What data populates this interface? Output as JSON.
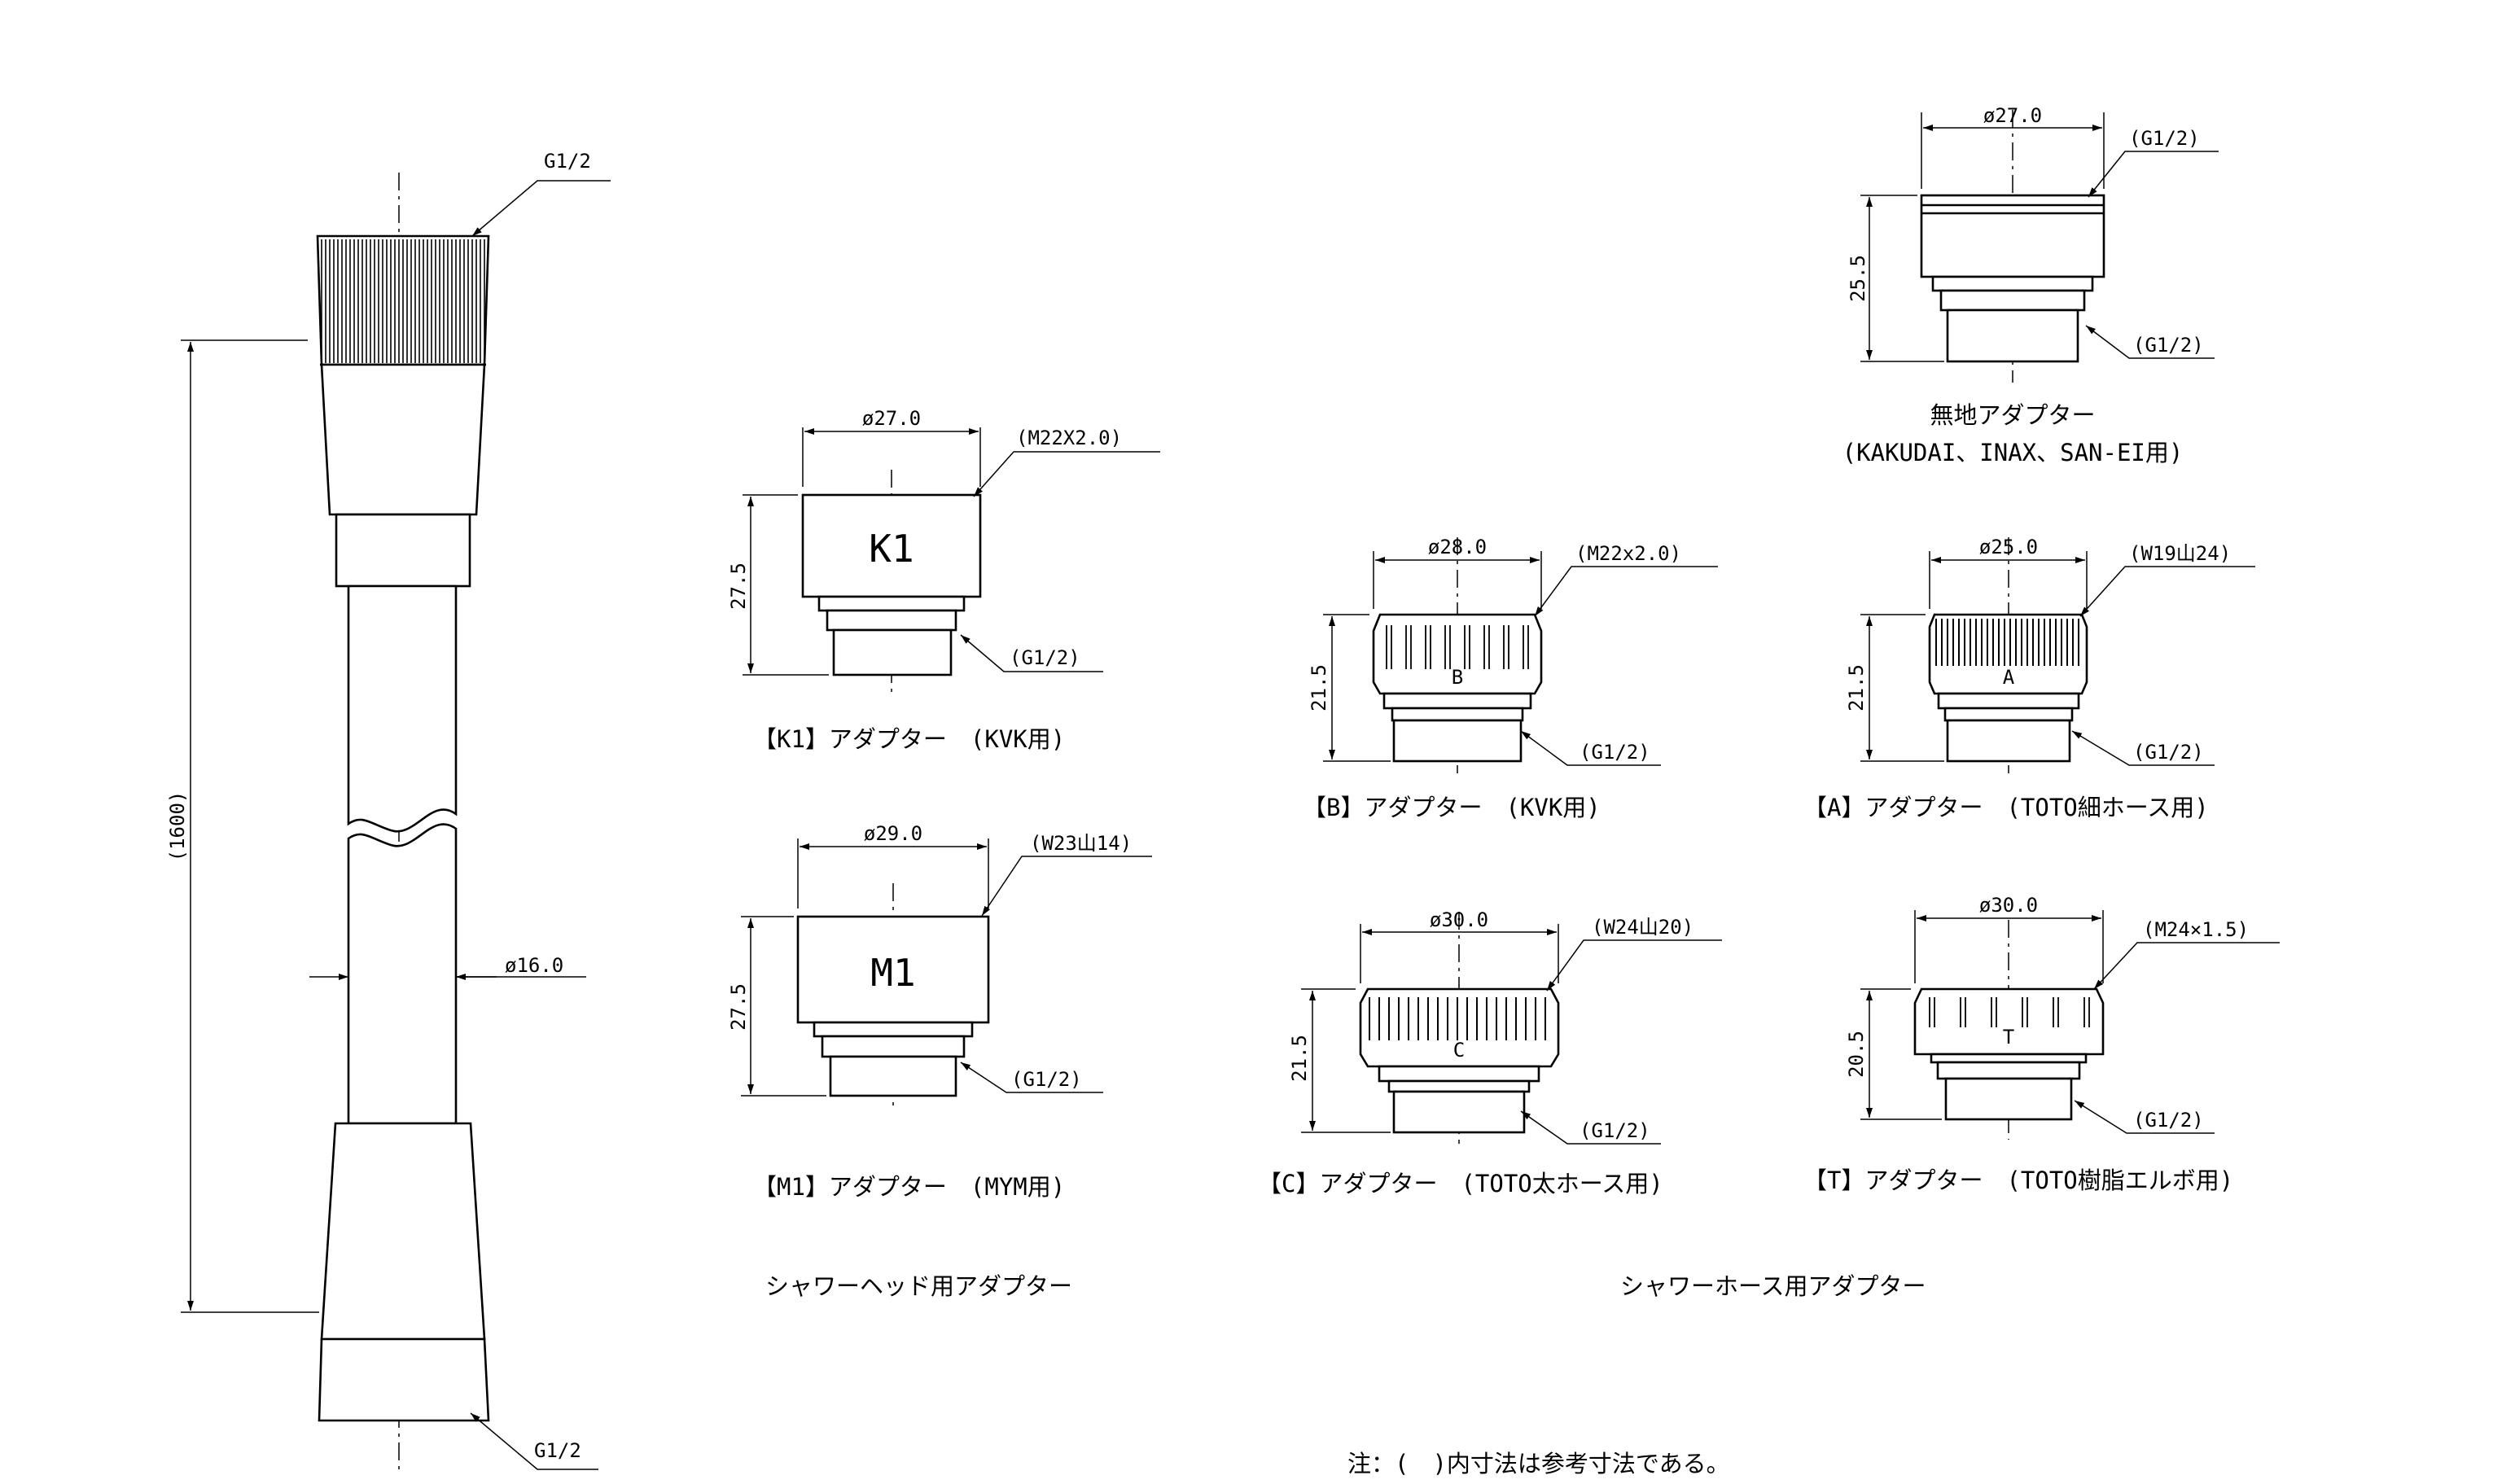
{
  "hose": {
    "thread_top": "G1/2",
    "thread_bottom": "G1/2",
    "length": "(1600)",
    "diameter": "ø16.0"
  },
  "adapters": {
    "k1": {
      "dia": "ø27.0",
      "thread": "(M22X2.0)",
      "height": "27.5",
      "mark": "K1",
      "outlet": "(G1/2)",
      "caption": "【K1】アダプター　(KVK用)"
    },
    "m1": {
      "dia": "ø29.0",
      "thread": "(W23山14)",
      "height": "27.5",
      "mark": "M1",
      "outlet": "(G1/2)",
      "caption": "【M1】アダプター　(MYM用)"
    },
    "plain": {
      "dia": "ø27.0",
      "thread": "(G1/2)",
      "height": "25.5",
      "outlet": "(G1/2)",
      "caption1": "無地アダプター",
      "caption2": "(KAKUDAI、INAX、SAN-EI用)"
    },
    "b": {
      "dia": "ø28.0",
      "thread": "(M22x2.0)",
      "height": "21.5",
      "mark": "B",
      "outlet": "(G1/2)",
      "caption": "【B】アダプター　(KVK用)"
    },
    "a": {
      "dia": "ø25.0",
      "thread": "(W19山24)",
      "height": "21.5",
      "mark": "A",
      "outlet": "(G1/2)",
      "caption": "【A】アダプター　(TOTO細ホース用)"
    },
    "c": {
      "dia": "ø30.0",
      "thread": "(W24山20)",
      "height": "21.5",
      "mark": "C",
      "outlet": "(G1/2)",
      "caption": "【C】アダプター　(TOTO太ホース用)"
    },
    "t": {
      "dia": "ø30.0",
      "thread": "(M24×1.5)",
      "height": "20.5",
      "mark": "T",
      "outlet": "(G1/2)",
      "caption": "【T】アダプター　(TOTO樹脂エルボ用)"
    }
  },
  "section_titles": {
    "head": "シャワーヘッド用アダプター",
    "hose": "シャワーホース用アダプター"
  },
  "note": "注：(　)内寸法は参考寸法である。"
}
